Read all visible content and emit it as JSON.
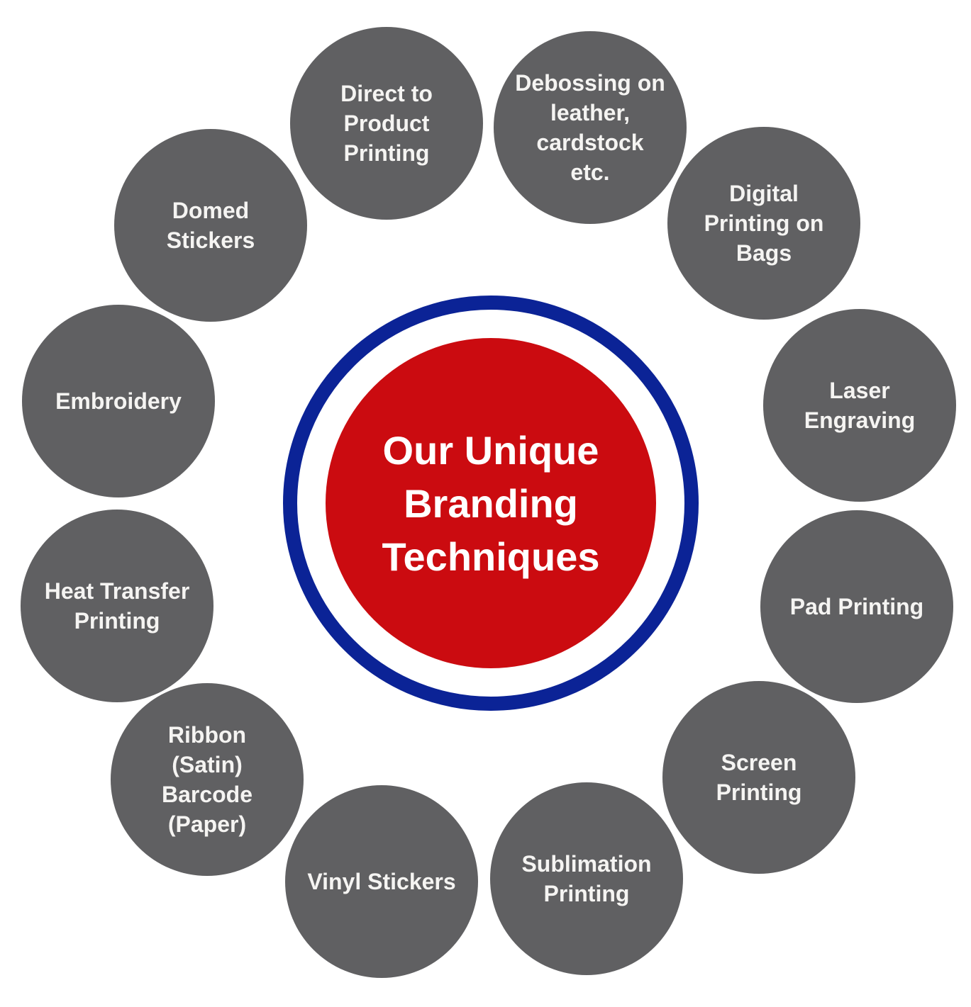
{
  "diagram": {
    "center_circle": {
      "label": "Our Unique\nBranding\nTechniques",
      "fill_color": "#cb0b10",
      "text_color": "#ffffff"
    },
    "outer_ring": {
      "color": "#0b2396"
    },
    "nodes": [
      {
        "label": "Direct to\nProduct\nPrinting"
      },
      {
        "label": "Debossing on\nleather,\ncardstock\netc."
      },
      {
        "label": "Digital\nPrinting on\nBags"
      },
      {
        "label": "Laser\nEngraving"
      },
      {
        "label": "Pad Printing"
      },
      {
        "label": "Screen\nPrinting"
      },
      {
        "label": "Sublimation\nPrinting"
      },
      {
        "label": "Vinyl Stickers"
      },
      {
        "label": "Ribbon\n(Satin)\nBarcode\n(Paper)"
      },
      {
        "label": "Heat Transfer\nPrinting"
      },
      {
        "label": "Embroidery"
      },
      {
        "label": "Domed\nStickers"
      }
    ],
    "node_style": {
      "fill_color": "#606062",
      "text_color": "#f5f4f2"
    }
  }
}
